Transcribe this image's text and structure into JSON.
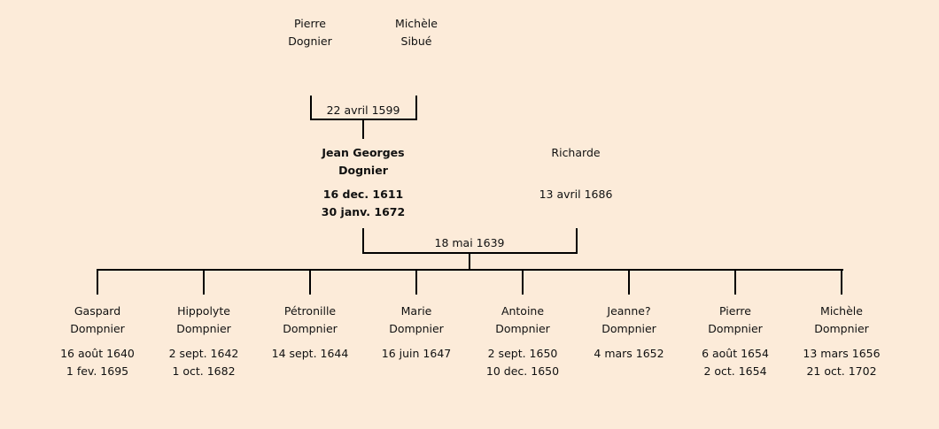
{
  "parents": [
    {
      "first": "Pierre",
      "last": "Dognier"
    },
    {
      "first": "Michèle",
      "last": "Sibué"
    }
  ],
  "parents_marriage": "22 avril 1599",
  "subject": {
    "first": "Jean Georges",
    "last": "Dognier",
    "birth": "16 dec. 1611",
    "death": "30 janv. 1672"
  },
  "spouse": {
    "first": "Richarde",
    "death": "13 avril 1686"
  },
  "marriage": "18 mai 1639",
  "children": [
    {
      "first": "Gaspard",
      "last": "Dompnier",
      "birth": "16 août 1640",
      "death": "1 fev. 1695"
    },
    {
      "first": "Hippolyte",
      "last": "Dompnier",
      "birth": "2 sept. 1642",
      "death": "1 oct. 1682"
    },
    {
      "first": "Pétronille",
      "last": "Dompnier",
      "birth": "14 sept. 1644"
    },
    {
      "first": "Marie",
      "last": "Dompnier",
      "birth": "16 juin 1647"
    },
    {
      "first": "Antoine",
      "last": "Dompnier",
      "birth": "2 sept. 1650",
      "death": "10 dec. 1650"
    },
    {
      "first": "Jeanne?",
      "last": "Dompnier",
      "birth": "4 mars 1652"
    },
    {
      "first": "Pierre",
      "last": "Dompnier",
      "birth": "6 août 1654",
      "death": "2 oct. 1654"
    },
    {
      "first": "Michèle",
      "last": "Dompnier",
      "birth": "13 mars 1656",
      "death": "21 oct. 1702"
    }
  ]
}
